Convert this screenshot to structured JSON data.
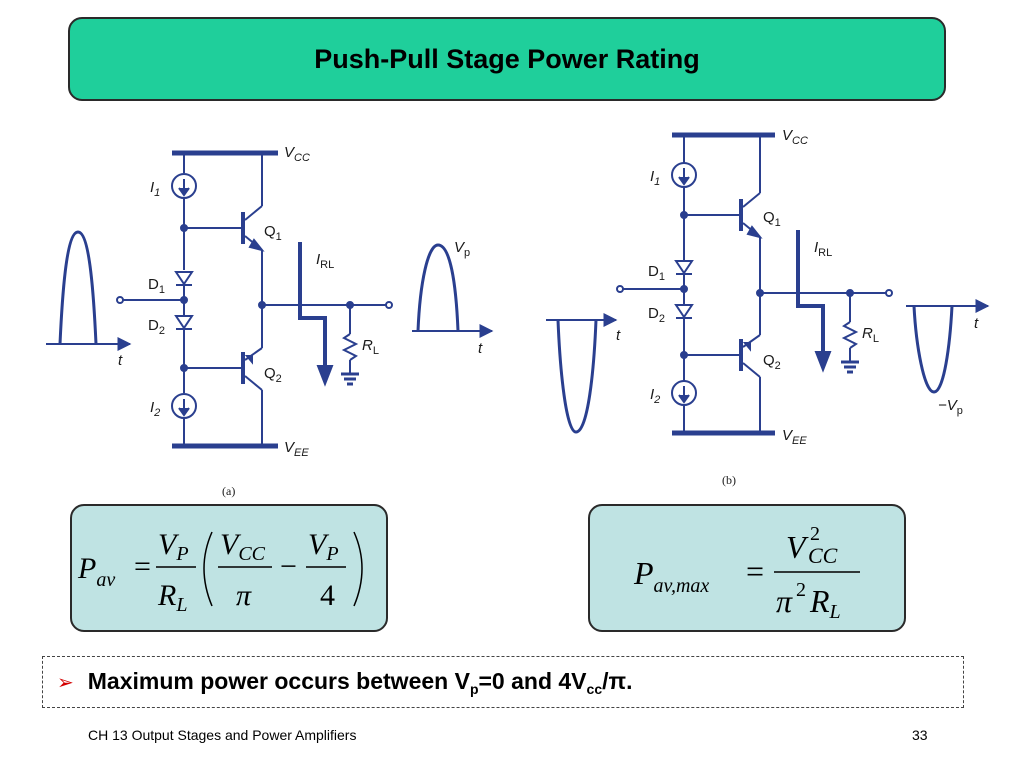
{
  "title": "Push-Pull Stage Power Rating",
  "circuit_a": {
    "caption": "(a)",
    "vcc": "V",
    "vcc_sub": "CC",
    "vee": "V",
    "vee_sub": "EE",
    "i1": "I",
    "i1_sub": "1",
    "i2": "I",
    "i2_sub": "2",
    "q1": "Q",
    "q1_sub": "1",
    "q2": "Q",
    "q2_sub": "2",
    "d1": "D",
    "d1_sub": "1",
    "d2": "D",
    "d2_sub": "2",
    "irl": "I",
    "irl_sub": "RL",
    "rl": "R",
    "rl_sub": "L",
    "vp": "V",
    "vp_sub": "p",
    "t_in": "t",
    "t_out": "t"
  },
  "circuit_b": {
    "caption": "(b)",
    "vcc": "V",
    "vcc_sub": "CC",
    "vee": "V",
    "vee_sub": "EE",
    "i1": "I",
    "i1_sub": "1",
    "i2": "I",
    "i2_sub": "2",
    "q1": "Q",
    "q1_sub": "1",
    "q2": "Q",
    "q2_sub": "2",
    "d1": "D",
    "d1_sub": "1",
    "d2": "D",
    "d2_sub": "2",
    "irl": "I",
    "irl_sub": "RL",
    "rl": "R",
    "rl_sub": "L",
    "vp": "−V",
    "vp_sub": "p",
    "t_in": "t",
    "t_out": "t"
  },
  "equation_a": {
    "lhs": "P",
    "lhs_sub": "av",
    "equals": "=",
    "frac1_num": "V",
    "frac1_num_sub": "P",
    "frac1_den": "R",
    "frac1_den_sub": "L",
    "frac2_num": "V",
    "frac2_num_sub": "CC",
    "frac2_den": "π",
    "minus": "−",
    "frac3_num": "V",
    "frac3_num_sub": "P",
    "frac3_den": "4"
  },
  "equation_b": {
    "lhs": "P",
    "lhs_sub": "av,max",
    "equals": "=",
    "num": "V",
    "num_sub": "CC",
    "num_sup": "2",
    "den_pi": "π",
    "den_sup": "2",
    "den_r": "R",
    "den_r_sub": "L"
  },
  "bullet": {
    "part1": "Maximum power occurs between V",
    "sub1": "p",
    "part2": "=0 and 4V",
    "sub2": "cc",
    "part3": "/π."
  },
  "footer": {
    "chapter": "CH 13 Output Stages and Power Amplifiers",
    "page": "33"
  },
  "colors": {
    "title_bg": "#1fcf9b",
    "equation_bg": "#bfe3e3",
    "wire": "#2a3f8f",
    "bullet_arrow": "#d30000"
  }
}
